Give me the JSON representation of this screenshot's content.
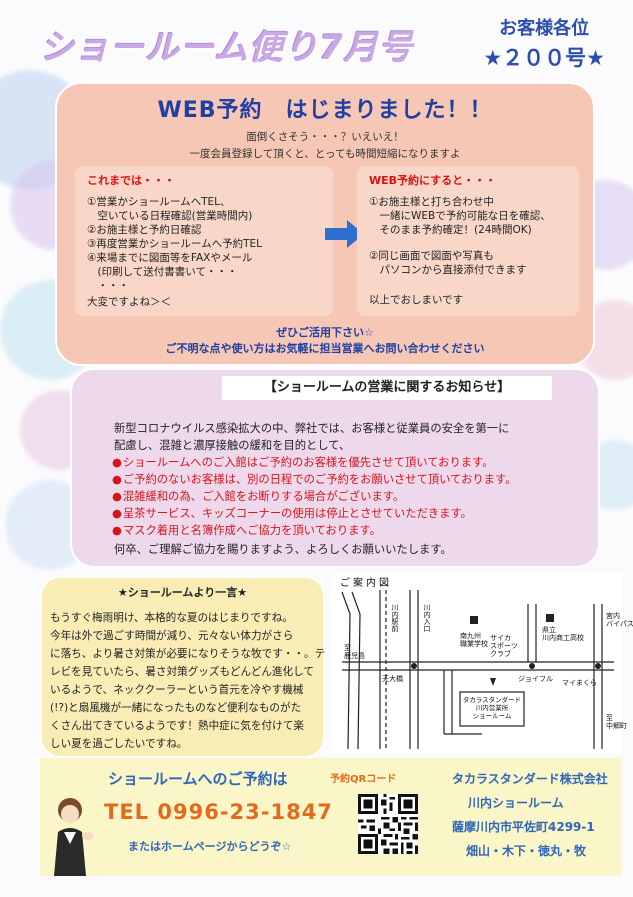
{
  "header": {
    "title": "ショールーム便り7月号",
    "customer_line1": "お客様各位",
    "customer_line2": "★２００号★"
  },
  "web_reservation": {
    "title": "WEB予約　はじまりました！！",
    "intro1": "面倒くさそう・・・？いえいえ！",
    "intro2": "一度会員登録して頂くと、とっても時間短縮になりますよ",
    "before": {
      "heading": "これまでは・・・",
      "lines": [
        "①営業かショールームへTEL、",
        "　空いている日程確認(営業時間内)",
        "②お施主様と予約日確認",
        "③再度営業かショールームへ予約TEL",
        "④来場までに図面等をFAXやメール",
        "　(印刷して送付書書いて・・・",
        "　・・・",
        "大変ですよね＞＜"
      ]
    },
    "after": {
      "heading": "WEB予約にすると・・・",
      "lines": [
        "①お施主様と打ち合わせ中",
        "　一緒にWEBで予約可能な日を確認、",
        "　そのまま予約確定！(24時間OK)",
        "②同じ画面で図面や写真も",
        "　パソコンから直接添付できます",
        "以上でおしまいです"
      ]
    },
    "note1": "ぜひご活用下さい☆",
    "note2": "ご不明な点や使い方はお気軽に担当営業へお問い合わせください"
  },
  "notice": {
    "title": "【ショールームの営業に関するお知らせ】",
    "intro1": "新型コロナウイルス感染拡大の中、弊社では、お客様と従業員の安全を第一に",
    "intro2": "配慮し、混雑と濃厚接触の緩和を目的として、",
    "items": [
      "ショールームへのご入館はご予約のお客様を優先させて頂いております。",
      "ご予約のないお客様は、別の日程でのご予約をお願いさせて頂いております。",
      "混雑緩和の為、ご入館をお断りする場合がございます。",
      "呈茶サービス、キッズコーナーの使用は停止とさせていただきます。",
      "マスク着用と名簿作成へご協力を頂いております。"
    ],
    "closing": "何卒、ご理解ご協力を賜りますよう、よろしくお願いいたします。"
  },
  "hitokoto": {
    "title": "★ショールームより一言★",
    "lines": [
      "もうすぐ梅雨明け、本格的な夏のはじまりですね。",
      "今年は外で過ごす時間が減り、元々ない体力がさら",
      "に落ち、より暑さ対策が必要になりそうな牧です・・。テ",
      "レビを見ていたら、暑さ対策グッズもどんどん進化して",
      "いるようで、ネッククーラーという首元を冷やす機械",
      "(!?)と扇風機が一緒になったものなど便利なものがた",
      "くさん出てきているようです！熱中症に気を付けて楽",
      "しい夏を過ごしたいですね。"
    ]
  },
  "map": {
    "label": "ご案内図",
    "labels": {
      "school": "南九州\n職業学校",
      "kogyo": "県立\n川内商工高校",
      "club": "サイカ\nスポーツ\nクラブ",
      "joyful": "ジョイフル",
      "mymakura": "マイまくら",
      "bypass": "宮内\nバイパス",
      "showroom": "タカラスタンダード\n川内営業所\nショールーム",
      "tenbo": "天大橋",
      "sendai_ekimae": "川内駅前",
      "sendai_iriguchi": "川内入口",
      "kagoshima": "至\n鹿児島",
      "nakagumi": "至\n中郷町"
    }
  },
  "footer": {
    "reserve_title": "ショールームへのご予約は",
    "tel": "TEL 0996-23-1847",
    "web_link": "またはホームページからどうぞ☆",
    "qr_label": "予約QRコード",
    "company": "タカラスタンダード株式会社",
    "branch": "川内ショールーム",
    "address": "薩摩川内市平佐町4299-1",
    "staff": "畑山・木下・徳丸・牧"
  },
  "colors": {
    "accent_blue": "#1f3fa3",
    "accent_red": "#d7141b",
    "accent_orange": "#e36a1c",
    "title_lilac": "#c9a8e6"
  }
}
